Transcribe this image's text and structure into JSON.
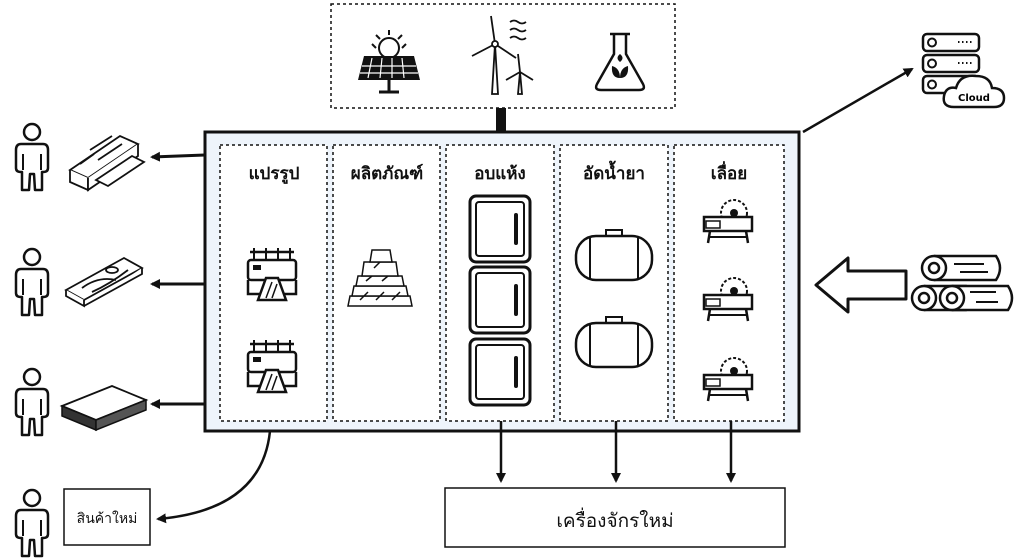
{
  "sections": [
    {
      "id": "transform",
      "label": "แปรรูป"
    },
    {
      "id": "products",
      "label": "ผลิตภัณฑ์"
    },
    {
      "id": "drying",
      "label": "อบแห้ง"
    },
    {
      "id": "chemical",
      "label": "อัดน้ำยา"
    },
    {
      "id": "sawing",
      "label": "เลื่อย"
    }
  ],
  "new_product": {
    "label": "สินค้าใหม่"
  },
  "new_machine": {
    "label": "เครื่องจักรใหม่"
  },
  "cloud": {
    "label": "Cloud"
  },
  "energy_icons": [
    "solar-panel-icon",
    "wind-turbine-icon",
    "bio-flask-icon"
  ],
  "output_icons": [
    "lumber-planks-icon",
    "wood-board-icon",
    "panel-board-icon"
  ],
  "input_icon": "logs-icon",
  "colors": {
    "panel_fill": "#eef4fb",
    "stroke": "#111111"
  }
}
